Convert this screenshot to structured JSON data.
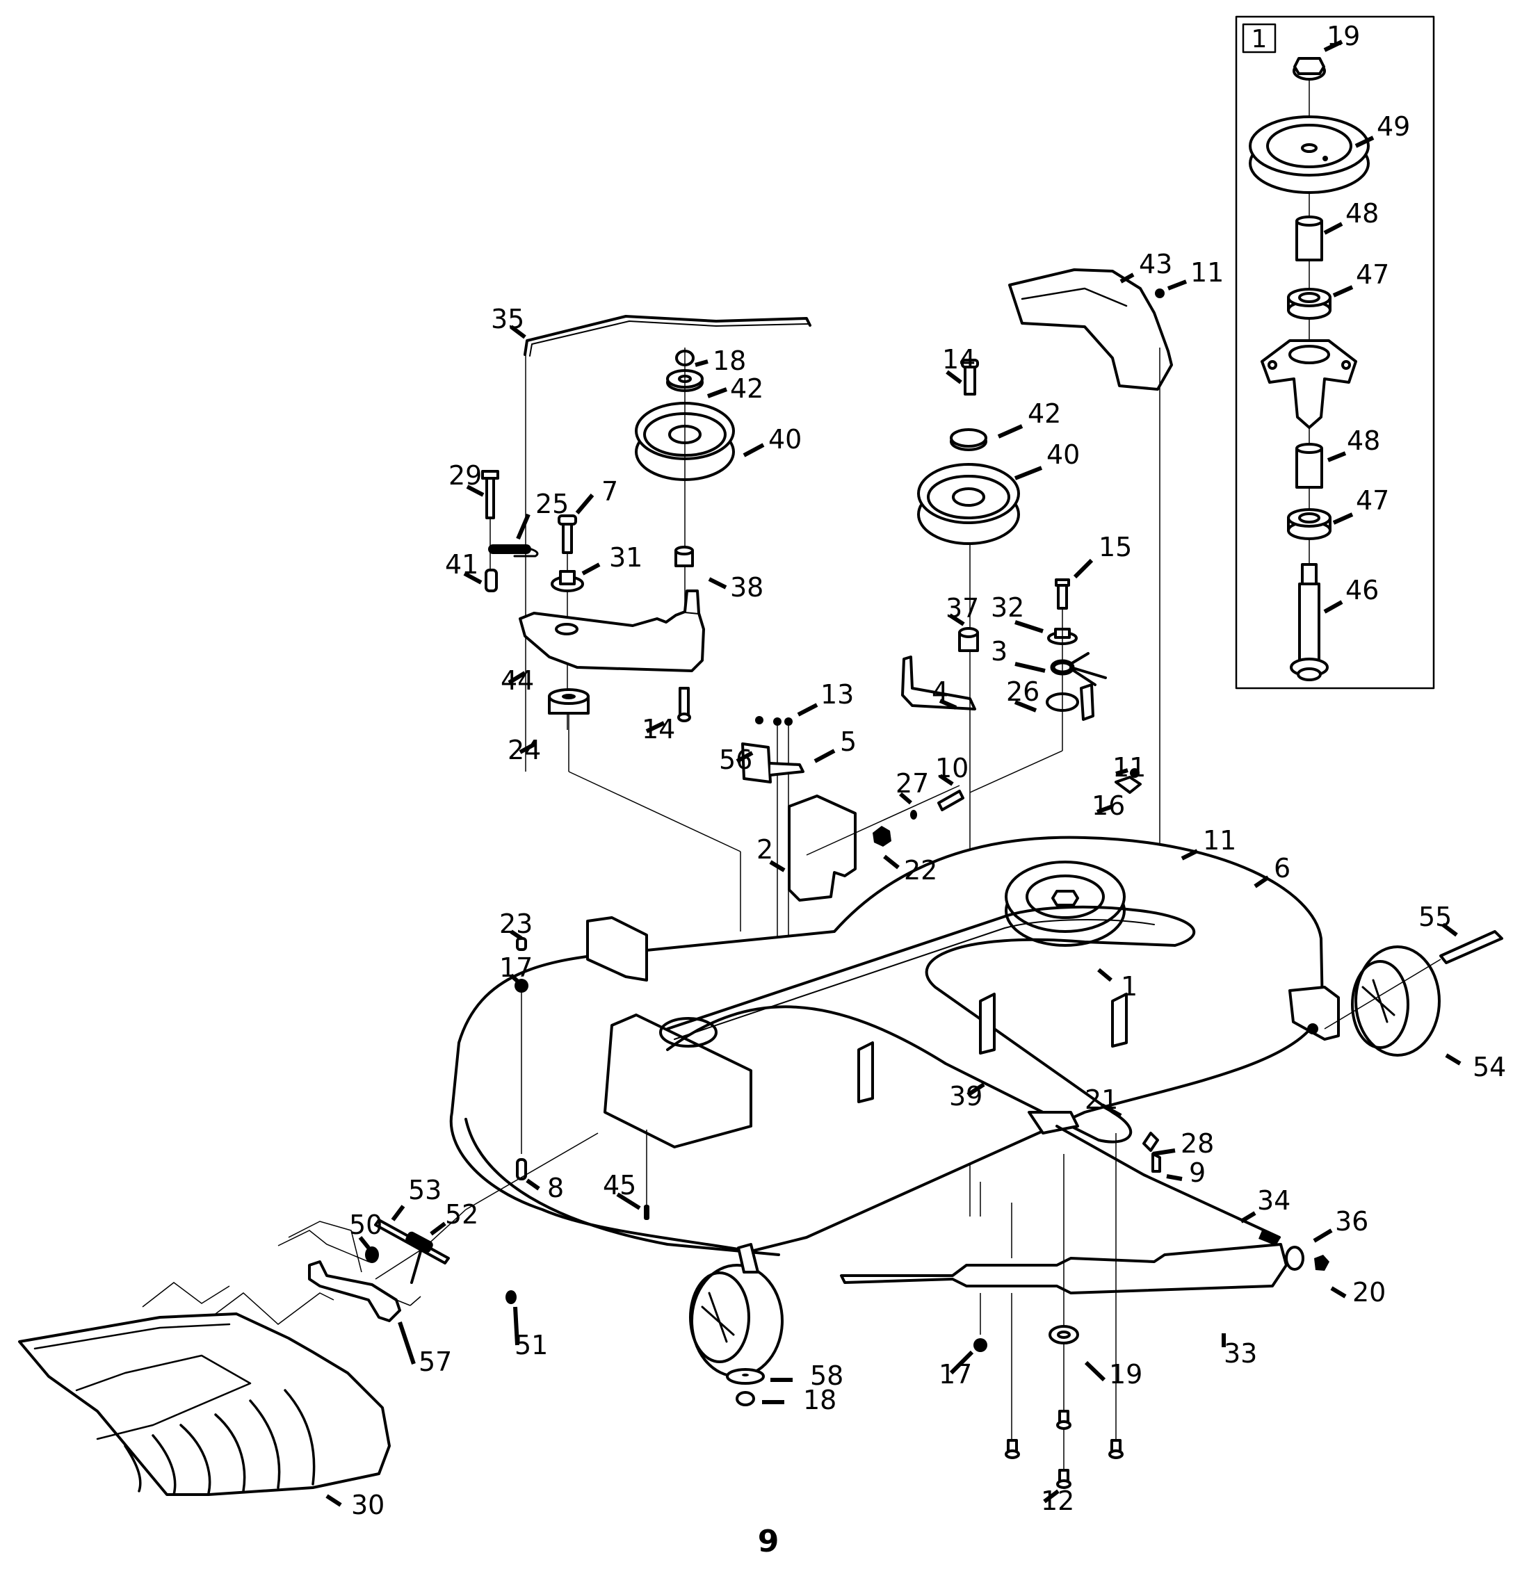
{
  "document": {
    "type": "exploded parts diagram",
    "subject": "mower deck assembly",
    "page_number": "9",
    "line_color": "#000000",
    "background_color": "#ffffff"
  },
  "inset": {
    "tag": "1",
    "description": "spindle assembly detail",
    "callouts": [
      {
        "label": "19",
        "part": "flange lock nut"
      },
      {
        "label": "49",
        "part": "spindle pulley"
      },
      {
        "label": "48",
        "part": "spacer"
      },
      {
        "label": "47",
        "part": "bearing"
      },
      {
        "label": "48",
        "part": "spacer"
      },
      {
        "label": "47",
        "part": "bearing"
      },
      {
        "label": "46",
        "part": "spindle shaft"
      }
    ]
  },
  "callouts": [
    {
      "label": "35",
      "part": "deck lift rod"
    },
    {
      "label": "18",
      "part": "nut"
    },
    {
      "label": "42",
      "part": "bearing cover"
    },
    {
      "label": "40",
      "part": "idler pulley"
    },
    {
      "label": "29",
      "part": "bolt"
    },
    {
      "label": "25",
      "part": "spring"
    },
    {
      "label": "7",
      "part": "bolt"
    },
    {
      "label": "41",
      "part": "spacer"
    },
    {
      "label": "31",
      "part": "bushing"
    },
    {
      "label": "38",
      "part": "spacer"
    },
    {
      "label": "44",
      "part": "idler arm"
    },
    {
      "label": "14",
      "part": "bolt"
    },
    {
      "label": "24",
      "part": "spacer"
    },
    {
      "label": "56",
      "part": "screw"
    },
    {
      "label": "13",
      "part": "screw"
    },
    {
      "label": "5",
      "part": "bracket"
    },
    {
      "label": "43",
      "part": "belt guard bracket"
    },
    {
      "label": "11",
      "part": "screw"
    },
    {
      "label": "14",
      "part": "bolt"
    },
    {
      "label": "42",
      "part": "bearing cover"
    },
    {
      "label": "40",
      "part": "idler pulley"
    },
    {
      "label": "15",
      "part": "bolt"
    },
    {
      "label": "37",
      "part": "spacer"
    },
    {
      "label": "32",
      "part": "bushing"
    },
    {
      "label": "3",
      "part": "belt keeper"
    },
    {
      "label": "26",
      "part": "spring"
    },
    {
      "label": "4",
      "part": "bracket"
    },
    {
      "label": "10",
      "part": "bolt"
    },
    {
      "label": "27",
      "part": "spacer"
    },
    {
      "label": "11",
      "part": "screw"
    },
    {
      "label": "16",
      "part": "clip"
    },
    {
      "label": "22",
      "part": "nut"
    },
    {
      "label": "2",
      "part": "deck bracket"
    },
    {
      "label": "11",
      "part": "screw"
    },
    {
      "label": "6",
      "part": "deck shell"
    },
    {
      "label": "23",
      "part": "spacer"
    },
    {
      "label": "17",
      "part": "nut"
    },
    {
      "label": "1",
      "part": "spindle assembly"
    },
    {
      "label": "55",
      "part": "wheel bolt"
    },
    {
      "label": "54",
      "part": "deck wheel"
    },
    {
      "label": "39",
      "part": "deck belt"
    },
    {
      "label": "21",
      "part": "clip"
    },
    {
      "label": "28",
      "part": "washer"
    },
    {
      "label": "9",
      "part": "bolt"
    },
    {
      "label": "8",
      "part": "bolt"
    },
    {
      "label": "45",
      "part": "bolt"
    },
    {
      "label": "53",
      "part": "hinge rod"
    },
    {
      "label": "52",
      "part": "spring"
    },
    {
      "label": "50",
      "part": "nut"
    },
    {
      "label": "34",
      "part": "stabilizer rod"
    },
    {
      "label": "36",
      "part": "washer"
    },
    {
      "label": "20",
      "part": "nut"
    },
    {
      "label": "51",
      "part": "nut"
    },
    {
      "label": "57",
      "part": "bracket"
    },
    {
      "label": "58",
      "part": "washer"
    },
    {
      "label": "18",
      "part": "nut"
    },
    {
      "label": "17",
      "part": "nut"
    },
    {
      "label": "19",
      "part": "flange nut"
    },
    {
      "label": "33",
      "part": "blade"
    },
    {
      "label": "12",
      "part": "bolt"
    },
    {
      "label": "30",
      "part": "discharge chute"
    }
  ]
}
